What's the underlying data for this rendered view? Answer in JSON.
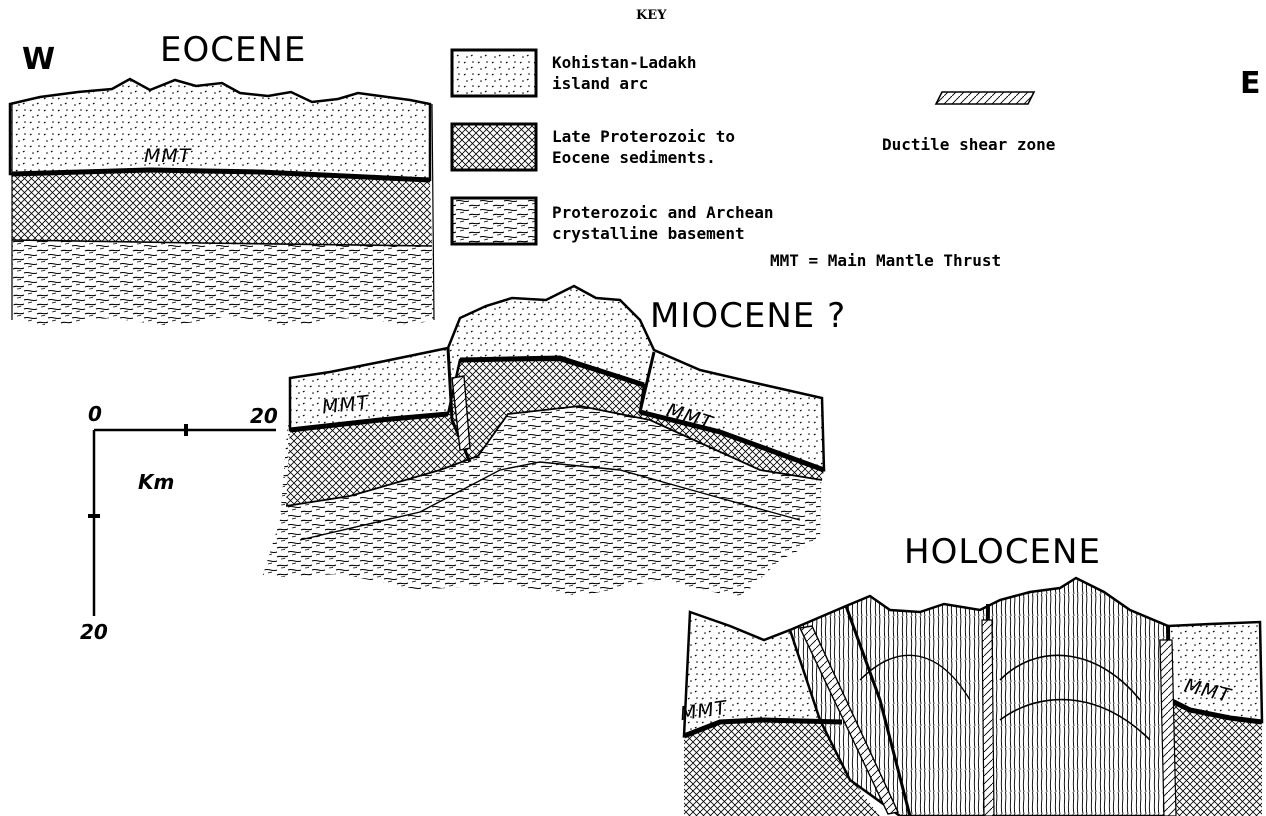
{
  "directions": {
    "west": "W",
    "east": "E"
  },
  "panels": {
    "eocene": {
      "title": "EOCENE",
      "mmt_label": "MMT"
    },
    "miocene": {
      "title": "MIOCENE ?",
      "mmt_label_left": "MMT",
      "mmt_label_right": "MMT"
    },
    "holocene": {
      "title": "HOLOCENE",
      "mmt_label_left": "MMT",
      "mmt_label_right": "MMT"
    }
  },
  "key": {
    "heading": "KEY",
    "items": [
      {
        "line1": "Kohistan-Ladakh",
        "line2": "island arc"
      },
      {
        "line1": "Late Proterozoic to",
        "line2": "Eocene sediments."
      },
      {
        "line1": "Proterozoic and Archean",
        "line2": "crystalline basement"
      }
    ],
    "shear_zone": "Ductile shear zone",
    "abbreviation": "MMT = Main Mantle Thrust"
  },
  "scale": {
    "origin": "0",
    "x_max": "20",
    "y_max": "20",
    "unit": "Km"
  }
}
